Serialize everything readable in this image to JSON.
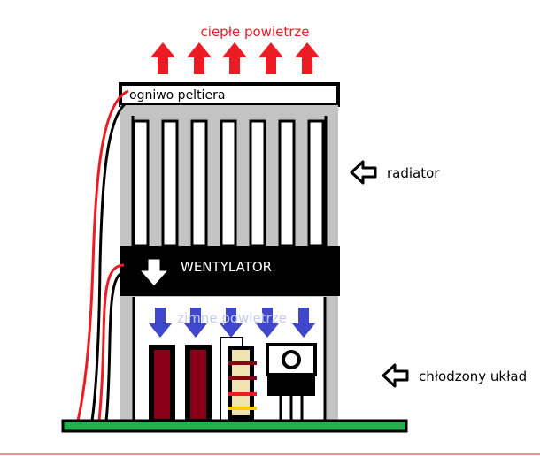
{
  "labels": {
    "warm_air": "ciepłe powietrze",
    "peltier": "ogniwo peltiera",
    "radiator": "radiator",
    "fan": "WENTYLATOR",
    "cold_air": "zimne powietrze",
    "cooled": "chłodzony układ"
  },
  "colors": {
    "warm": "#ed1c24",
    "cold": "#3f48cc",
    "fin": "#c3c3c3",
    "fan": "#000000",
    "pcb": "#22b14c",
    "resistor_body": "#880015",
    "resistor_ceramic": "#efe4b0",
    "wire_red": "#ed1c24",
    "wire_black": "#000000"
  },
  "icons": {
    "warm_air_arrows": "arrow-up-icon",
    "cold_air_arrows": "arrow-down-icon",
    "fan_arrow": "arrow-down-outline-icon",
    "pointer_arrows": "arrow-left-outline-icon"
  }
}
